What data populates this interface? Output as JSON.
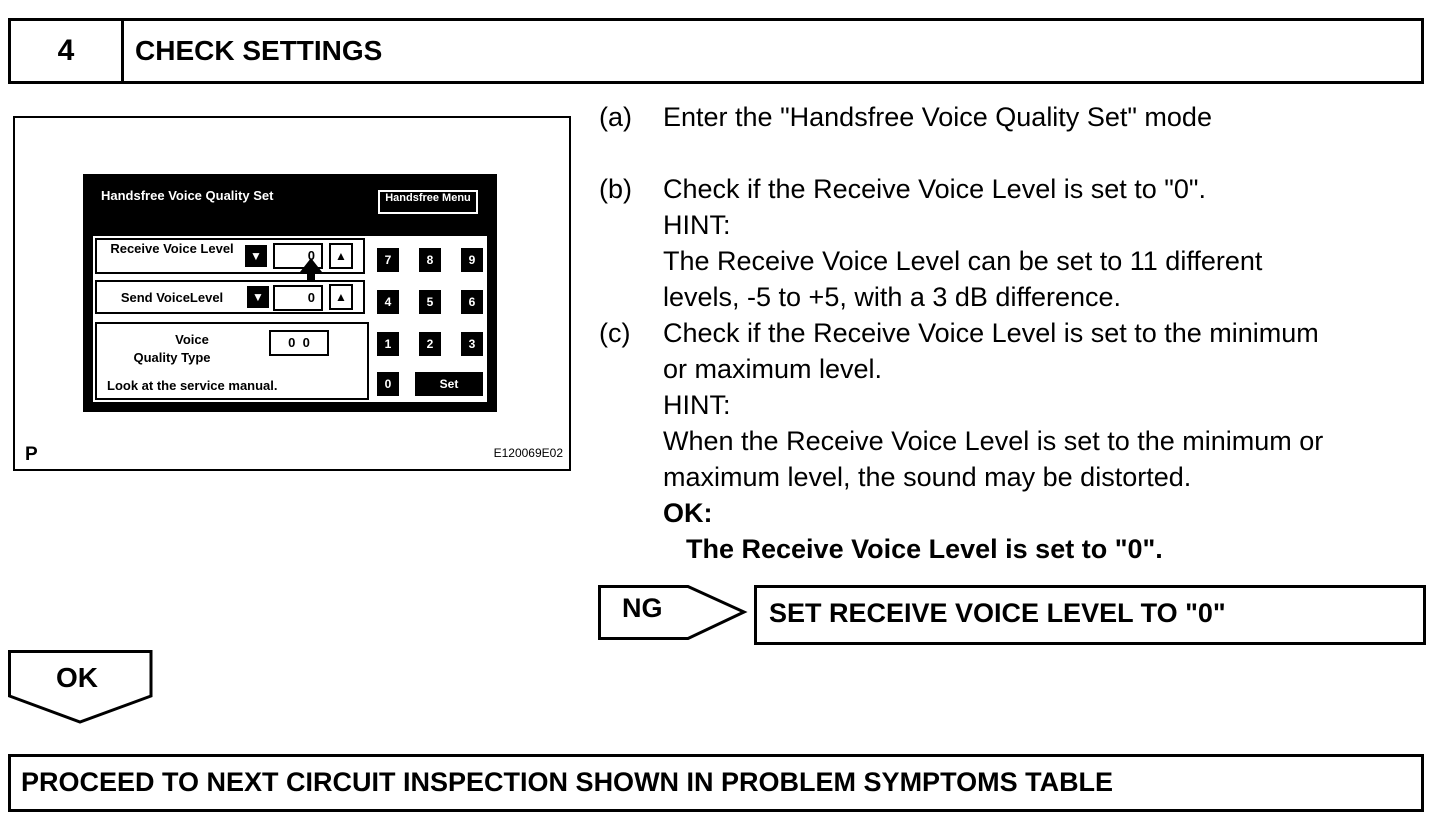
{
  "header": {
    "step_number": "4",
    "title": "CHECK SETTINGS"
  },
  "figure": {
    "label_p": "P",
    "code": "E120069E02",
    "screen": {
      "title": "Handsfree Voice Quality Set",
      "menu_button": "Handsfree Menu",
      "receive_label": "Receive Voice Level",
      "receive_value": "0",
      "send_label": "Send VoiceLevel",
      "send_value": "0",
      "quality_label_1": "Voice",
      "quality_label_2": "Quality Type",
      "quality_value": "0  0",
      "service_note": "Look at the service manual.",
      "keys": [
        "7",
        "8",
        "9",
        "4",
        "5",
        "6",
        "1",
        "2",
        "3",
        "0"
      ],
      "set_key": "Set",
      "arrow_down": "▼",
      "arrow_up": "▲"
    }
  },
  "steps": {
    "a": {
      "letter": "(a)",
      "text": "Enter the \"Handsfree Voice Quality Set\" mode"
    },
    "b": {
      "letter": "(b)",
      "text": "Check if the Receive Voice Level is set to \"0\".",
      "hint_label": "HINT:",
      "hint_line1": "The Receive Voice Level can be set to 11 different",
      "hint_line2": "levels, -5 to +5, with a 3 dB difference."
    },
    "c": {
      "letter": "(c)",
      "text_line1": "Check if the Receive Voice Level is set to the minimum",
      "text_line2": "or maximum level.",
      "hint_label": "HINT:",
      "hint_line1": "When the Receive Voice Level is set to the minimum or",
      "hint_line2": "maximum level, the sound may be distorted."
    },
    "ok_label": "OK:",
    "ok_condition": "The Receive Voice Level is set to \"0\"."
  },
  "ng": {
    "label": "NG",
    "action": "SET RECEIVE VOICE LEVEL TO \"0\""
  },
  "ok": {
    "label": "OK"
  },
  "proceed": {
    "text": "PROCEED TO NEXT CIRCUIT INSPECTION SHOWN IN PROBLEM SYMPTOMS TABLE"
  }
}
